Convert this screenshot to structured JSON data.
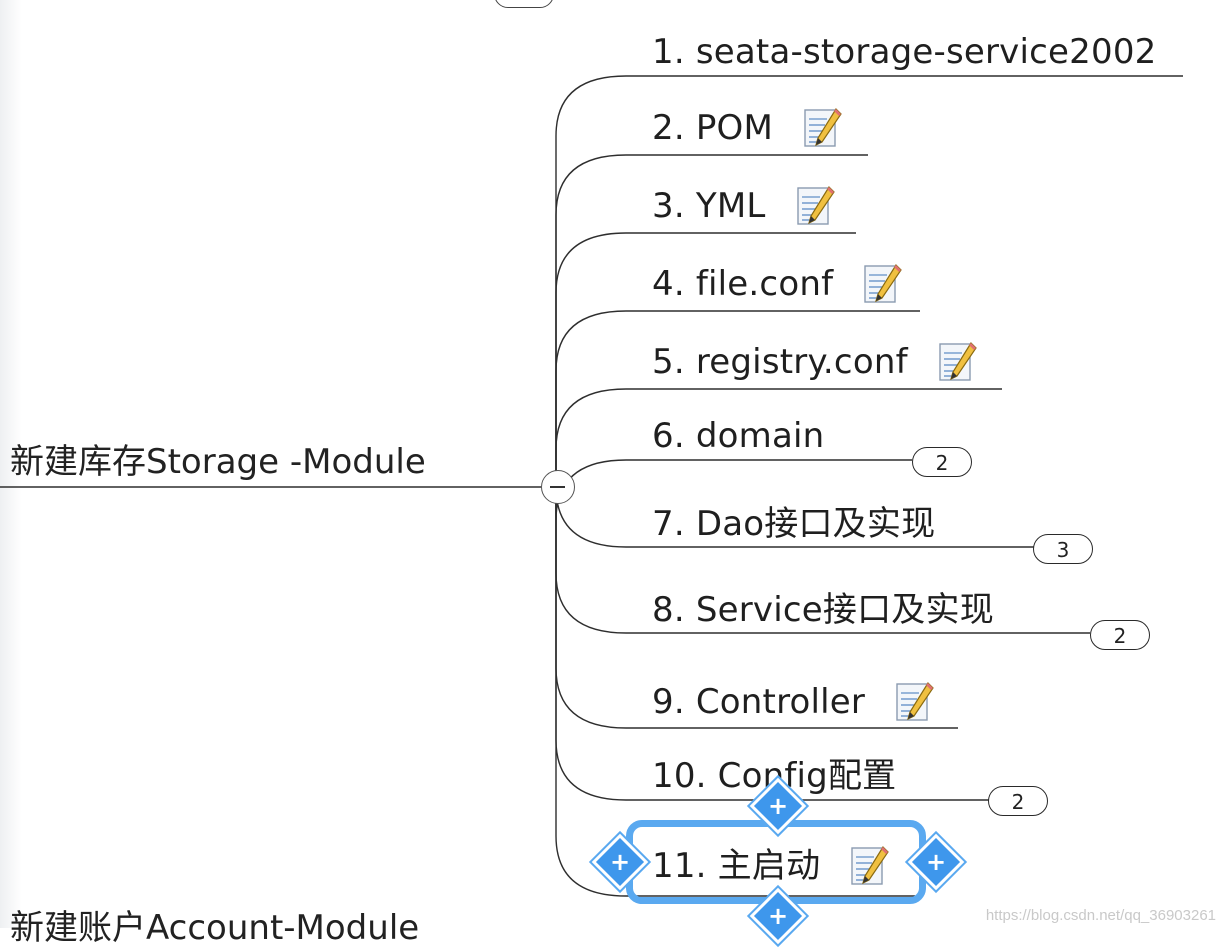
{
  "root": {
    "label": "新建库存Storage -Module"
  },
  "nodes": [
    {
      "label": "1. seata-storage-service2002",
      "has_note": false,
      "badge": null
    },
    {
      "label": "2. POM",
      "has_note": true,
      "badge": null
    },
    {
      "label": "3. YML",
      "has_note": true,
      "badge": null
    },
    {
      "label": "4. file.conf",
      "has_note": true,
      "badge": null
    },
    {
      "label": "5. registry.conf",
      "has_note": true,
      "badge": null
    },
    {
      "label": "6. domain",
      "has_note": false,
      "badge": "2"
    },
    {
      "label": "7. Dao接口及实现",
      "has_note": false,
      "badge": "3"
    },
    {
      "label": "8. Service接口及实现",
      "has_note": false,
      "badge": "2"
    },
    {
      "label": "9. Controller",
      "has_note": true,
      "badge": null
    },
    {
      "label": "10. Config配置",
      "has_note": false,
      "badge": "2"
    },
    {
      "label": "11. 主启动",
      "has_note": true,
      "badge": null,
      "selected": true
    }
  ],
  "next_root": {
    "label": "新建账户Account-Module"
  },
  "watermark": "https://blog.csdn.net/qq_36903261",
  "colors": {
    "selection": "#5aa9f0",
    "selection_handle": "#3e97ec",
    "line": "#2e2e2e"
  },
  "icons": {
    "note": "note-pencil-icon",
    "collapse": "collapse-minus-icon",
    "expand_handle": "plus-handle-icon"
  }
}
